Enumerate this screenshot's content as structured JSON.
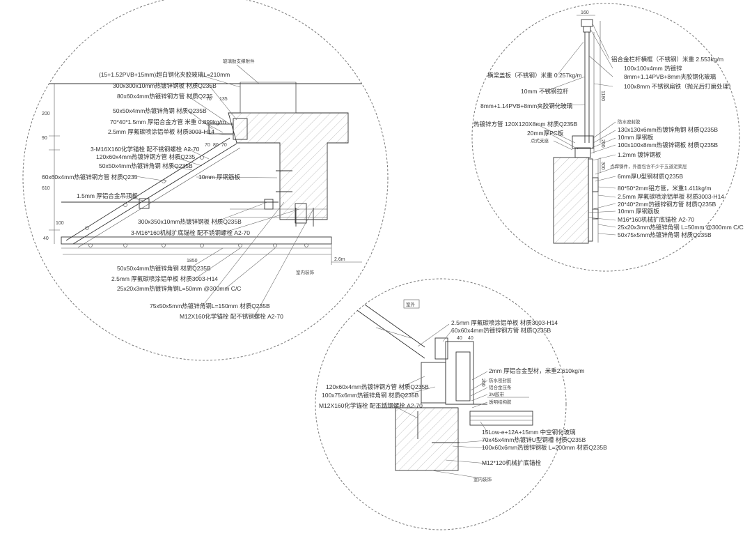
{
  "detail_a": {
    "top_label": "玻璃肋支撑附件",
    "labels": [
      "(15+1.52PVB+15mm)超白钢化夹胶玻璃L=210mm",
      "300x300x10mm热镀锌钢板 材质Q235B",
      "80x60x4mm热镀锌钢方管 材质Q235",
      "50x50x4mm热镀锌角钢 材质Q235B",
      "70*40*1.5mm 厚铝合金方管 米重 0.899kg/m",
      "2.5mm 厚氟碳喷涂铝单板 材质3003-H14",
      "3-M16X160化学锚栓 配不锈钢螺栓 A2-70",
      "120x60x4mm热镀锌钢方管 材质Q235",
      "50x50x4mm热镀锌角钢 材质Q235B",
      "60x60x4mm热镀锌钢方管 材质Q235",
      "1.5mm 厚铝合金吊顶板",
      "10mm 厚钢筋板",
      "300x350x10mm热镀锌钢板 材质Q235B",
      "3-M16*160机械扩底锚栓 配不锈钢螺栓 A2-70",
      "50x50x4mm热镀锌角钢 材质Q235B",
      "2.5mm 厚氟碳喷涂铝单板 材质3003-H14",
      "25x20x3mm热镀锌角钢L=50mm @300mm C/C",
      "75x50x5mm热镀锌角钢L=150mm 材质Q235B",
      "M12X160化学锚栓 配不锈钢螺栓 A2-70"
    ],
    "dims": [
      "200",
      "70",
      "135",
      "90",
      "610",
      "100",
      "1850",
      "70",
      "80",
      "70",
      "40"
    ],
    "right_label": "室内装饰",
    "elev": "2.6m"
  },
  "detail_b": {
    "labels_top": [
      "铝合金栏杆横框（不锈钢）米重 2.553kg/m",
      "100x100x4mm 热镀锌",
      "8mm+1.14PVB+8mm夹胶钢化玻璃",
      "100x8mm 不锈钢扁铁（抛光后打磨处理）"
    ],
    "labels_left": [
      "横梁盖板（不锈钢）米重 0.257kg/m",
      "10mm 不锈钢拉杆",
      "8mm+1.14PVB+8mm夹胶钢化玻璃",
      "热镀锌方管 120X120X8mm 材质Q235B",
      "20mm厚PC板",
      "点式支座"
    ],
    "labels_right": [
      "防水密封胶",
      "130x130x6mm热镀锌角钢 材质Q235B",
      "10mm 厚钢板",
      "100x100x8mm热镀锌钢板 材质Q235B",
      "1.2mm 镀锌钢板",
      "点焊钢件，外面包含不少于五道泥浆层",
      "6mm厚U型钢材质Q235B",
      "80*50*2mm铝方管，米重1.411kg/m",
      "2.5mm 厚氟碳喷涂铝单板 材质3003-H14",
      "20*40*2mm热镀锌钢方管 材质Q235B",
      "10mm 厚钢筋板",
      "M16*160机械扩底锚栓 A2-70",
      "25x20x3mm热镀锌角钢 L=50mm @300mm C/C",
      "50x75x5mm热镀锌角钢 材质Q235B"
    ],
    "dims": [
      "160",
      "1180",
      "200",
      "300"
    ]
  },
  "detail_c": {
    "header": "室外",
    "labels": [
      "2.5mm 厚氟碳喷涂铝单板 材质3003-H14",
      "60x60x4mm热镀锌钢方管 材质Q235B",
      "2mm 厚铝合金型材，米重2.610kg/m",
      "防水密封胶",
      "铝合金压条",
      "3M胶带",
      "透明结构胶",
      "120x60x4mm热镀锌钢方管 材质Q235B",
      "100x75x6mm热镀锌角钢 材质Q235B",
      "M12X160化学锚栓 配不锈钢螺栓 A2-70",
      "15Low-e+12A+15mm 中空钢化玻璃",
      "70x45x4mm热镀锌U型钢槽 材质Q235B",
      "100x60x6mm热镀锌钢板 L=200mm 材质Q235B",
      "M12*120机械扩底锚栓",
      "室内装饰"
    ],
    "dims": [
      "40",
      "40",
      "200"
    ]
  }
}
